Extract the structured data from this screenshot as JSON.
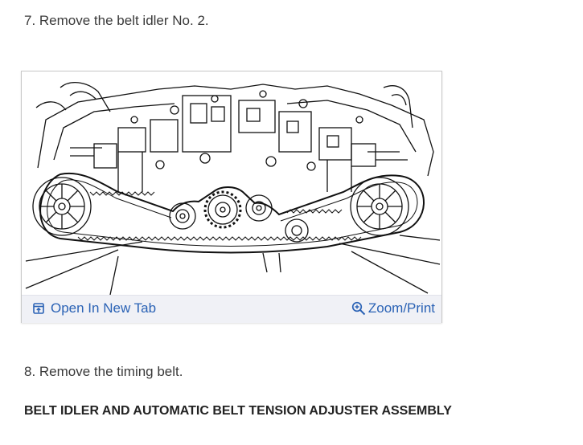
{
  "steps": {
    "step7": "7. Remove the belt idler No. 2.",
    "step8": "8. Remove the timing belt."
  },
  "section_heading": "BELT IDLER AND AUTOMATIC BELT TENSION ADJUSTER ASSEMBLY",
  "figure": {
    "open_label": "Open In New Tab",
    "zoom_label": "Zoom/Print",
    "open_icon": "open-new-tab-icon",
    "zoom_icon": "zoom-in-icon"
  },
  "colors": {
    "link": "#2a62b5",
    "bar": "#f0f1f6"
  }
}
